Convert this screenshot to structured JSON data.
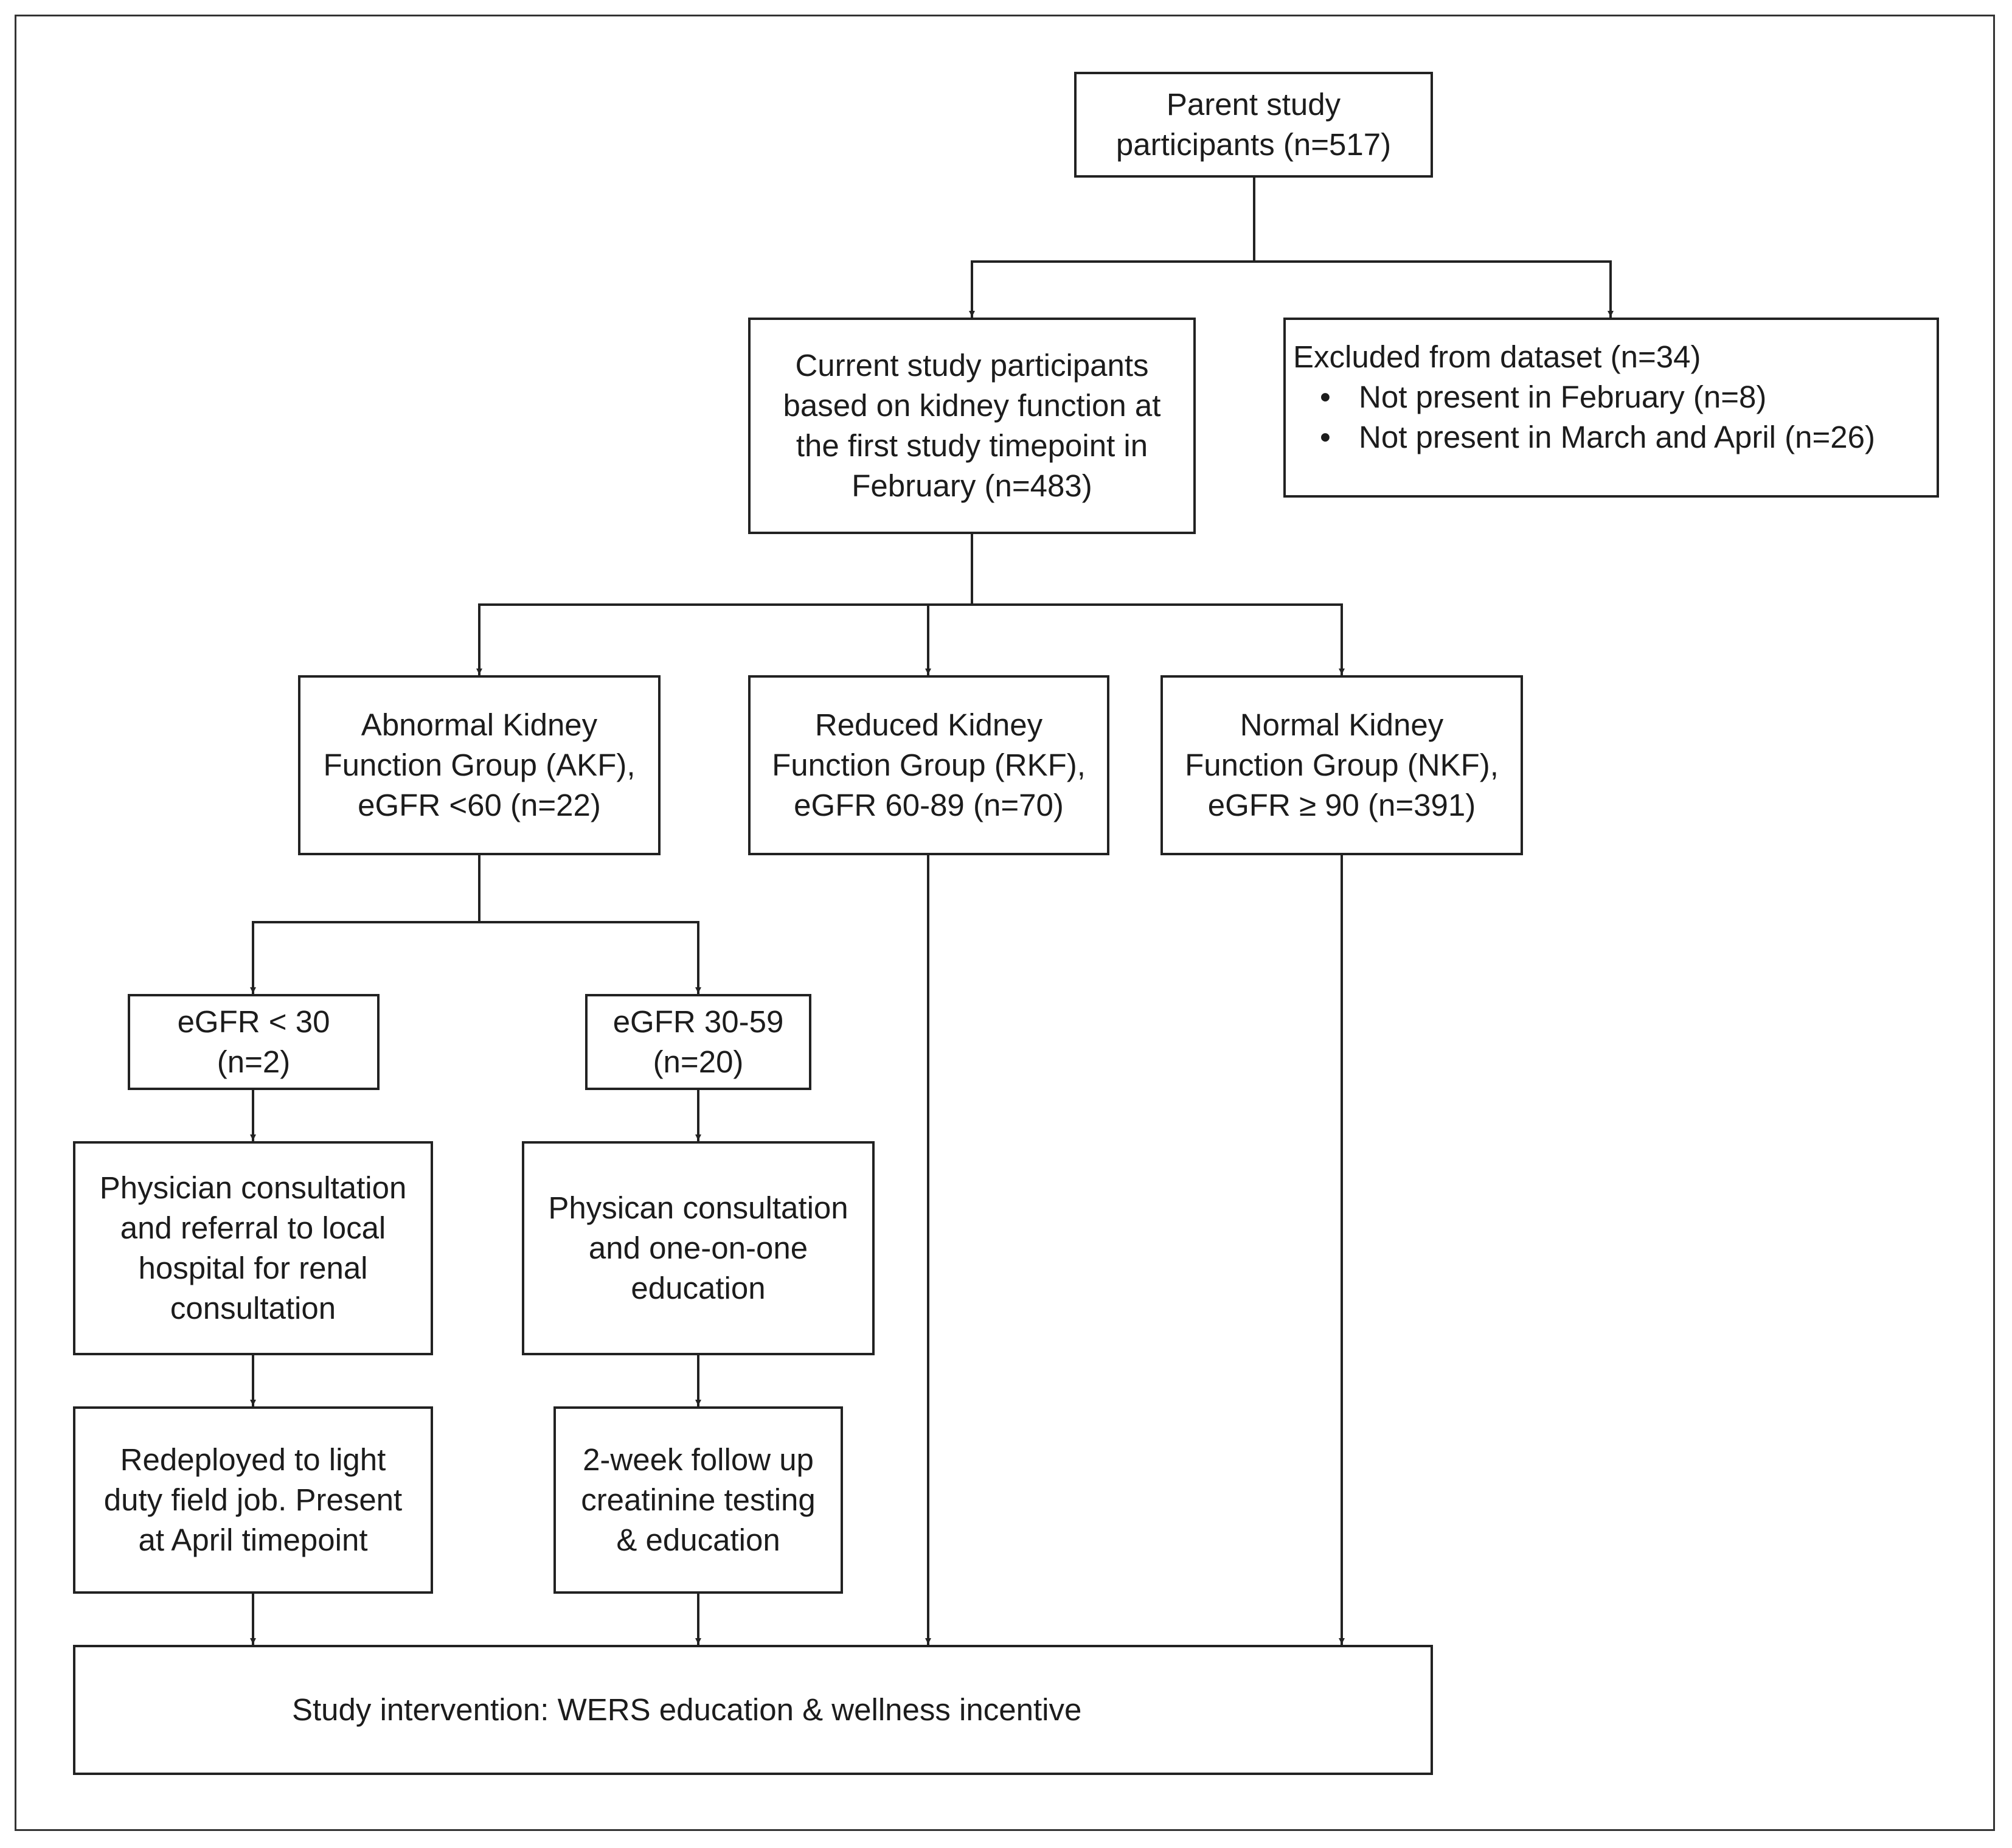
{
  "nodes": {
    "parent": {
      "lines": [
        "Parent study",
        "participants (n=517)"
      ]
    },
    "current": {
      "lines": [
        "Current study participants",
        "based on kidney function at",
        "the first study timepoint in",
        "February (n=483)"
      ]
    },
    "excluded": {
      "heading": "Excluded from dataset (n=34)",
      "bullet_symbol": "•",
      "bullets": [
        "Not present in February (n=8)",
        "Not present in March and April (n=26)"
      ]
    },
    "akf": {
      "lines": [
        "Abnormal Kidney",
        "Function Group (AKF),",
        "eGFR <60 (n=22)"
      ]
    },
    "rkf": {
      "lines": [
        "Reduced Kidney",
        "Function Group (RKF),",
        "eGFR 60-89 (n=70)"
      ]
    },
    "nkf": {
      "lines": [
        "Normal Kidney",
        "Function Group (NKF),",
        "eGFR ≥ 90 (n=391)"
      ]
    },
    "egfr_lt30": {
      "lines": [
        "eGFR < 30",
        "(n=2)"
      ]
    },
    "egfr_30_59": {
      "lines": [
        "eGFR 30-59",
        "(n=20)"
      ]
    },
    "physician_referral": {
      "lines": [
        "Physician consultation",
        "and referral to local",
        "hospital for renal",
        "consultation"
      ]
    },
    "physician_education": {
      "lines": [
        "Physican consultation",
        "and one-on-one",
        "education"
      ]
    },
    "redeployed": {
      "lines": [
        "Redeployed to light",
        "duty field job. Present",
        "at April timepoint"
      ]
    },
    "followup": {
      "lines": [
        "2-week follow up",
        "creatinine testing",
        "& education"
      ]
    },
    "intervention": {
      "lines": [
        "Study intervention: WERS education & wellness incentive"
      ]
    }
  },
  "edges": [
    {
      "from": "parent",
      "to": "current"
    },
    {
      "from": "parent",
      "to": "excluded"
    },
    {
      "from": "current",
      "to": "akf"
    },
    {
      "from": "current",
      "to": "rkf"
    },
    {
      "from": "current",
      "to": "nkf"
    },
    {
      "from": "akf",
      "to": "egfr_lt30"
    },
    {
      "from": "akf",
      "to": "egfr_30_59"
    },
    {
      "from": "egfr_lt30",
      "to": "physician_referral"
    },
    {
      "from": "egfr_30_59",
      "to": "physician_education"
    },
    {
      "from": "physician_referral",
      "to": "redeployed"
    },
    {
      "from": "physician_education",
      "to": "followup"
    },
    {
      "from": "redeployed",
      "to": "intervention"
    },
    {
      "from": "followup",
      "to": "intervention"
    },
    {
      "from": "rkf",
      "to": "intervention"
    },
    {
      "from": "nkf",
      "to": "intervention"
    }
  ],
  "colors": {
    "line": "#222222",
    "box_border": "#222222",
    "frame": "#333333",
    "text": "#1c1c1c",
    "background": "#ffffff"
  }
}
